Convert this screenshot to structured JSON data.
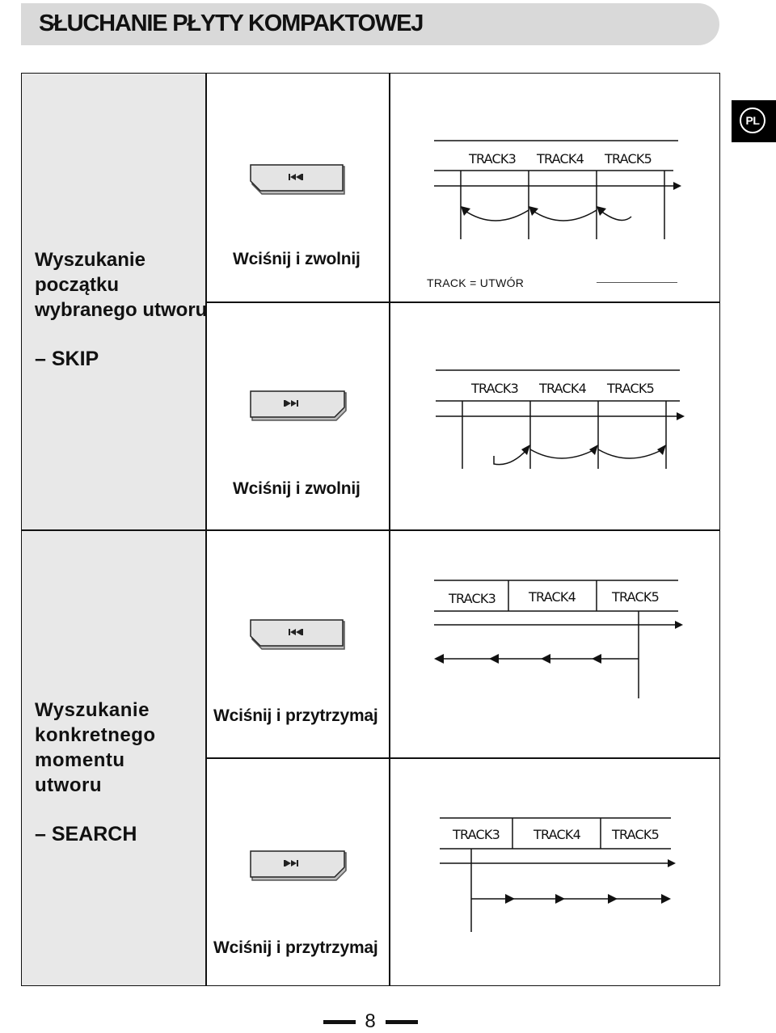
{
  "header": {
    "title": "SŁUCHANIE PŁYTY KOMPAKTOWEJ"
  },
  "lang_badge": "PL",
  "sections": {
    "skip": {
      "title": [
        "Wyszukanie",
        "początku",
        "wybranego utworu"
      ],
      "tag": "– SKIP",
      "rows": [
        {
          "action": "Wciśnij i zwolnij",
          "button_icon": "skip-back-icon",
          "tracks": [
            "TRACK3",
            "TRACK4",
            "TRACK5"
          ]
        },
        {
          "action": "Wciśnij i zwolnij",
          "button_icon": "skip-forward-icon",
          "tracks": [
            "TRACK3",
            "TRACK4",
            "TRACK5"
          ]
        }
      ],
      "legend": "TRACK = UTWÓR"
    },
    "search": {
      "title": [
        "Wyszukanie",
        "konkretnego",
        "momentu",
        "utworu"
      ],
      "tag": "– SEARCH",
      "rows": [
        {
          "action": "Wciśnij i przytrzymaj",
          "button_icon": "search-back-icon",
          "tracks": [
            "TRACK3",
            "TRACK4",
            "TRACK5"
          ]
        },
        {
          "action": "Wciśnij i przytrzymaj",
          "button_icon": "search-forward-icon",
          "tracks": [
            "TRACK3",
            "TRACK4",
            "TRACK5"
          ]
        }
      ]
    }
  },
  "footer": {
    "page": "8"
  }
}
